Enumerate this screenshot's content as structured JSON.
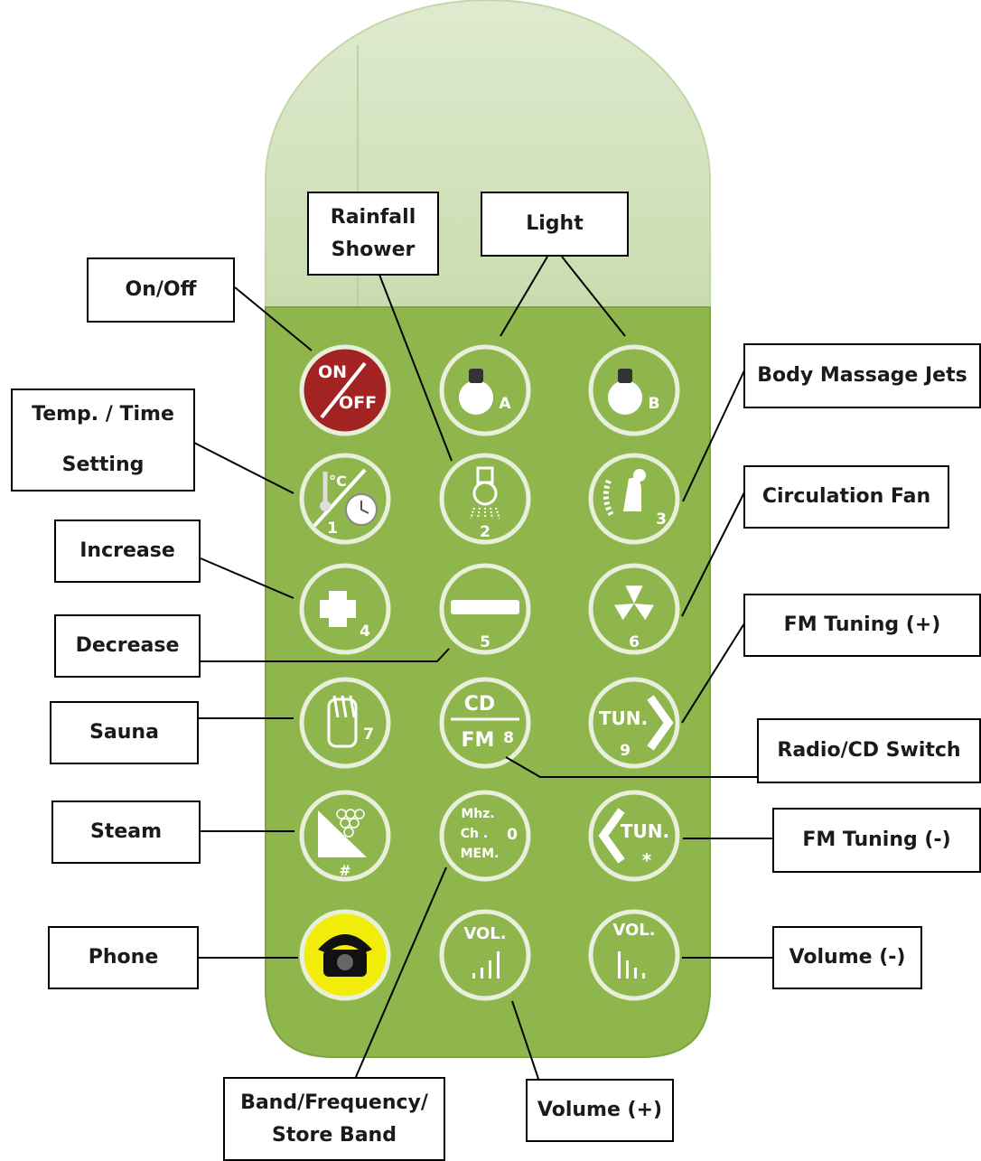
{
  "remote": {
    "colors": {
      "top": "#d2e3b8",
      "body": "#8fb64d",
      "ring": "#e8f0dc",
      "on_off": "#a32222",
      "phone": "#f2ec0a"
    },
    "buttons": [
      {
        "id": "on-off",
        "icon": "on-off",
        "lines": [
          "ON",
          "OFF"
        ]
      },
      {
        "id": "light-a",
        "icon": "light-bulb-icon",
        "num": "A"
      },
      {
        "id": "light-b",
        "icon": "light-bulb-icon",
        "num": "B"
      },
      {
        "id": "temp-time",
        "icon": "thermometer-clock-icon",
        "num": "1",
        "extra": "°C"
      },
      {
        "id": "rainfall",
        "icon": "shower-icon",
        "num": "2"
      },
      {
        "id": "massage",
        "icon": "massage-chair-icon",
        "num": "3"
      },
      {
        "id": "increase",
        "icon": "plus-icon",
        "num": "4"
      },
      {
        "id": "decrease",
        "icon": "minus-icon",
        "num": "5"
      },
      {
        "id": "fan",
        "icon": "fan-icon",
        "num": "6"
      },
      {
        "id": "sauna",
        "icon": "sauna-icon",
        "num": "7"
      },
      {
        "id": "cd-fm",
        "icon": "cd-fm",
        "lines": [
          "CD",
          "FM"
        ],
        "num": "8"
      },
      {
        "id": "tun-plus",
        "icon": "tun-right-icon",
        "lines": [
          "TUN."
        ],
        "num": "9"
      },
      {
        "id": "steam",
        "icon": "steam-icon",
        "num": "#"
      },
      {
        "id": "band",
        "icon": "band",
        "lines": [
          "Mhz.",
          "Ch .",
          "MEM."
        ],
        "num": "0"
      },
      {
        "id": "tun-minus",
        "icon": "tun-left-icon",
        "lines": [
          "TUN."
        ],
        "num": "*"
      },
      {
        "id": "phone",
        "icon": "telephone-icon"
      },
      {
        "id": "vol-plus",
        "icon": "volume-up-icon",
        "lines": [
          "VOL."
        ]
      },
      {
        "id": "vol-minus",
        "icon": "volume-down-icon",
        "lines": [
          "VOL."
        ]
      }
    ]
  },
  "callouts": [
    {
      "id": "on-off",
      "text": "On/Off"
    },
    {
      "id": "rainfall",
      "text": "Rainfall\nShower"
    },
    {
      "id": "light",
      "text": "Light"
    },
    {
      "id": "body-massage",
      "text": "Body Massage Jets"
    },
    {
      "id": "temp-time",
      "text": "Temp. / Time\nSetting"
    },
    {
      "id": "circulation",
      "text": "Circulation Fan"
    },
    {
      "id": "increase",
      "text": "Increase"
    },
    {
      "id": "decrease",
      "text": "Decrease"
    },
    {
      "id": "fm-plus",
      "text": "FM Tuning (+)"
    },
    {
      "id": "sauna",
      "text": "Sauna"
    },
    {
      "id": "radio-cd",
      "text": "Radio/CD Switch"
    },
    {
      "id": "steam",
      "text": "Steam"
    },
    {
      "id": "fm-minus",
      "text": "FM Tuning (-)"
    },
    {
      "id": "phone",
      "text": "Phone"
    },
    {
      "id": "volume-minus",
      "text": "Volume (-)"
    },
    {
      "id": "band",
      "text": "Band/Frequency/\nStore Band"
    },
    {
      "id": "volume-plus",
      "text": "Volume (+)"
    }
  ]
}
